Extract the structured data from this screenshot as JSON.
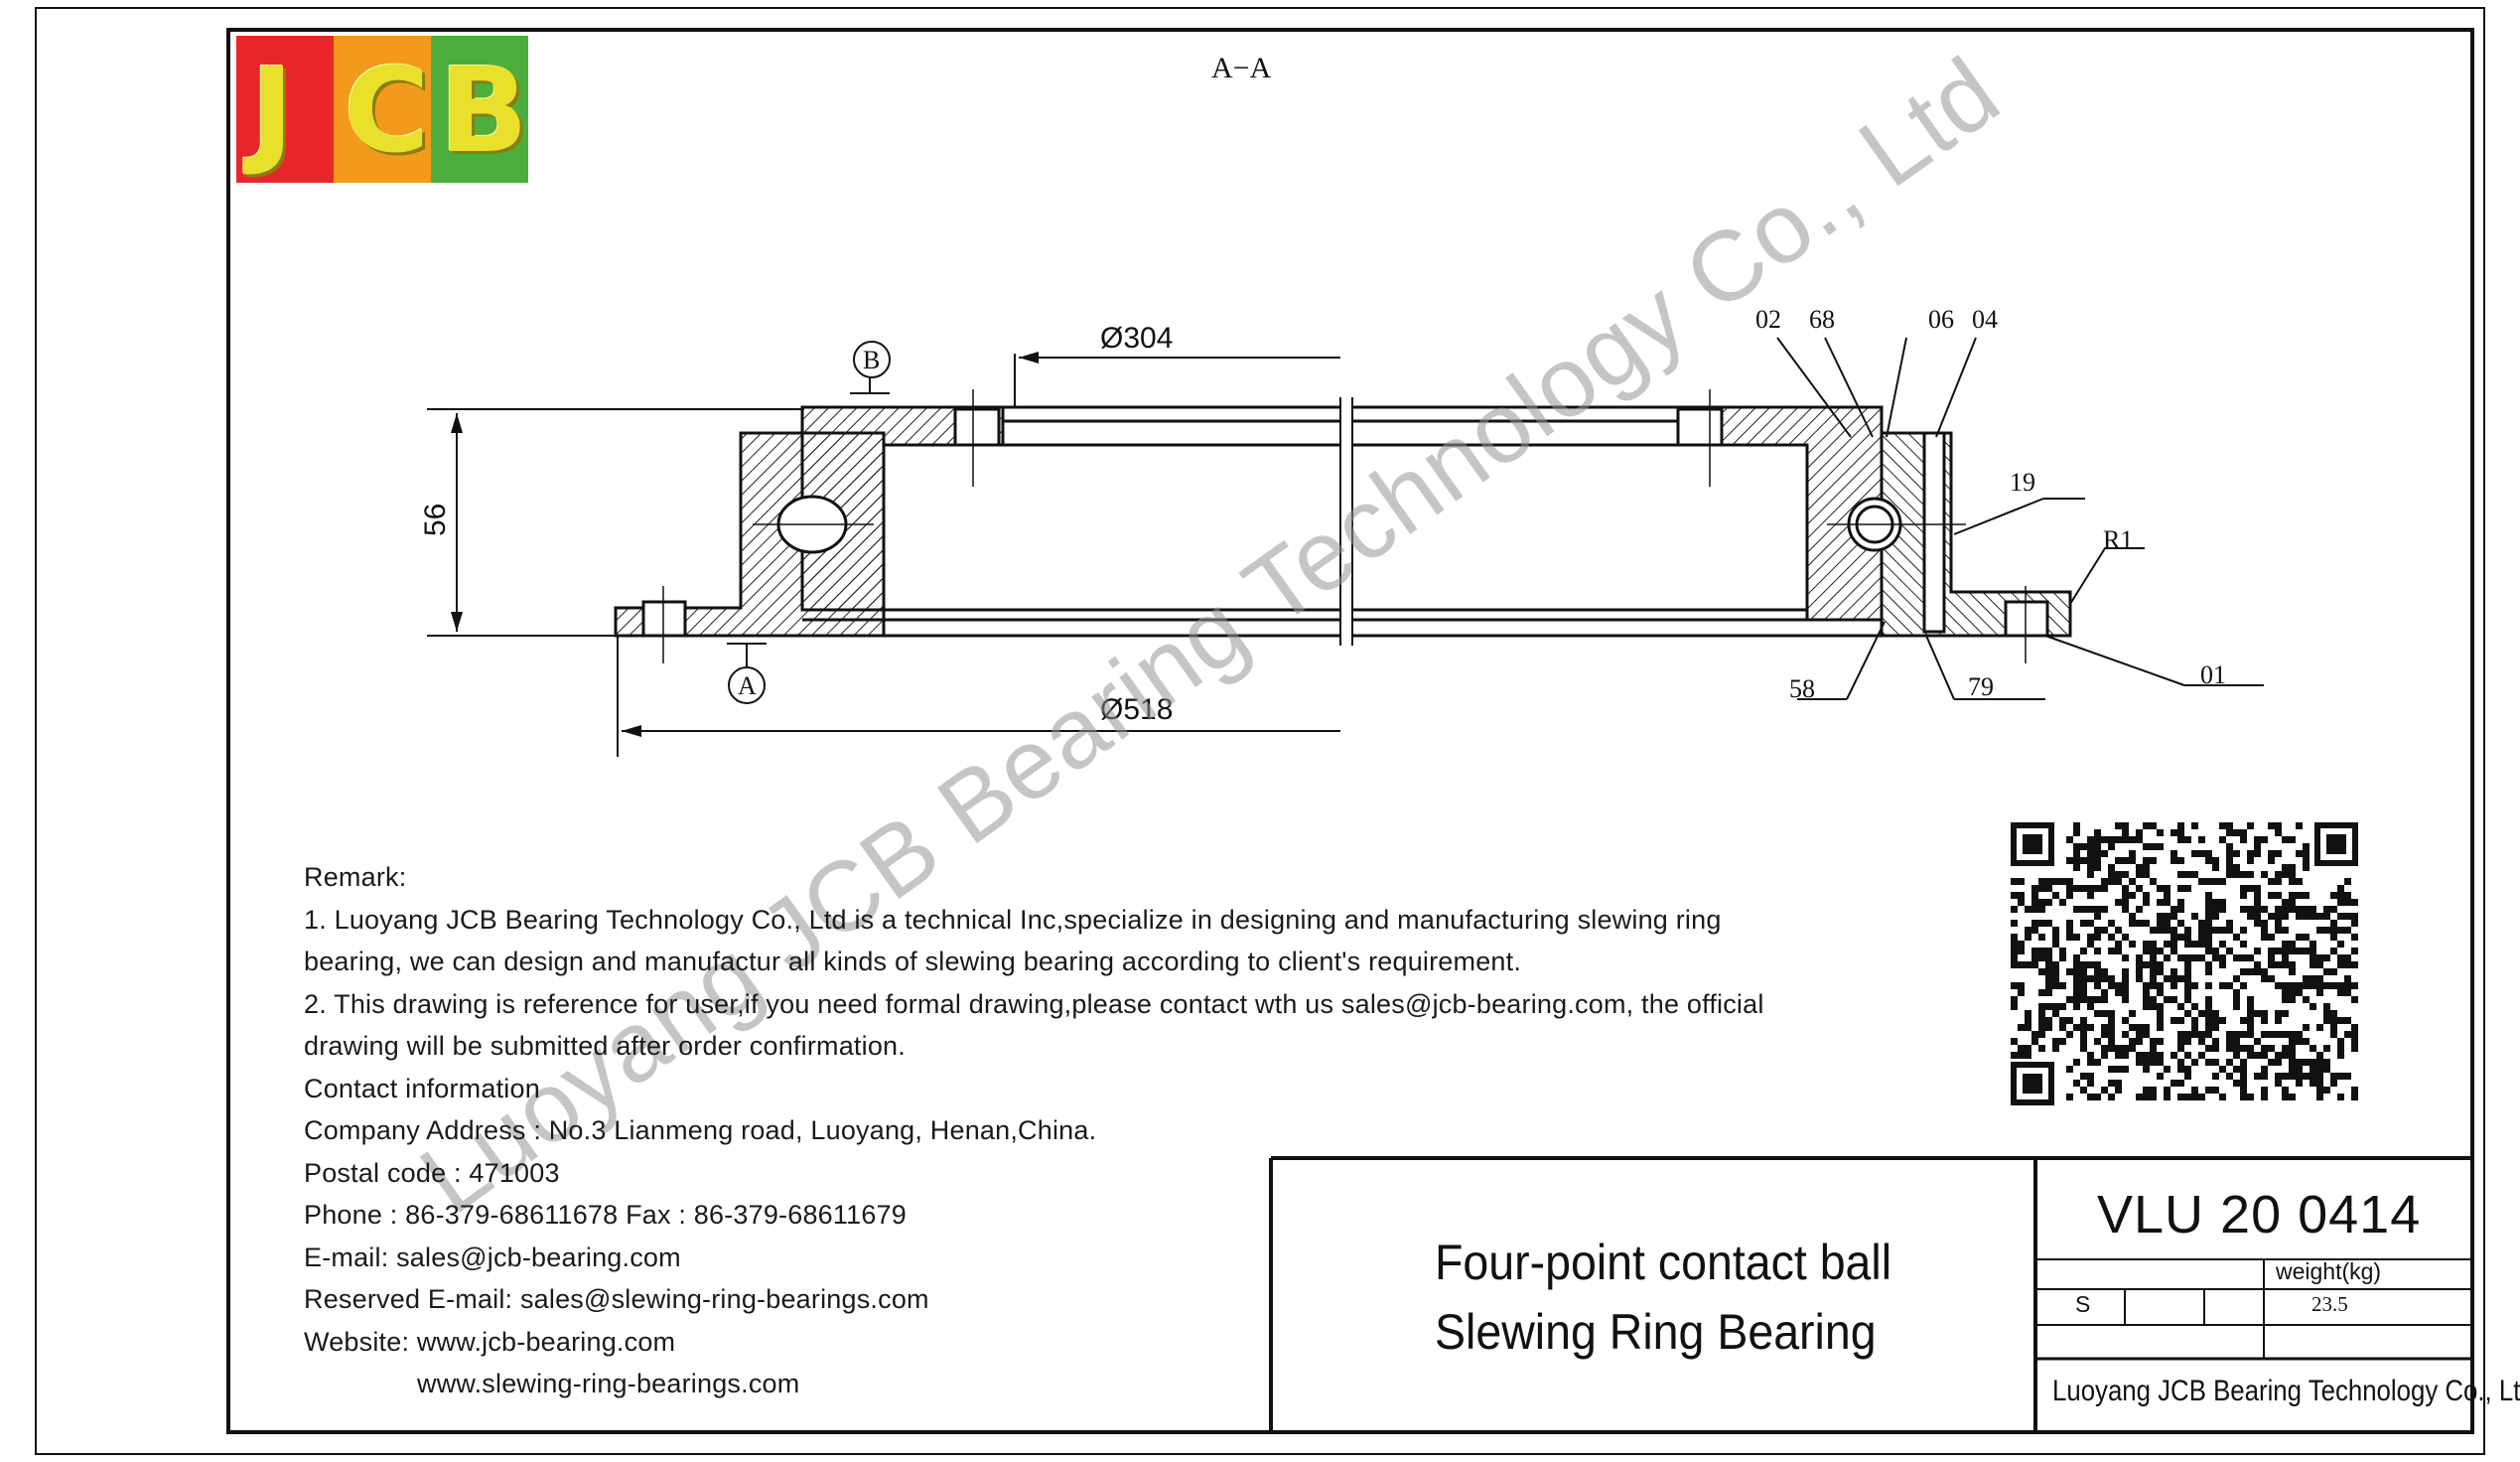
{
  "drawing": {
    "section_label": "A−A",
    "dims": {
      "inner_diameter": "Ø304",
      "outer_diameter": "Ø518",
      "height": "56"
    },
    "datum_marks": {
      "top": "B",
      "bottom": "A"
    },
    "callouts": [
      "02",
      "68",
      "06",
      "04",
      "19",
      "R1",
      "01",
      "79",
      "58"
    ]
  },
  "logo": {
    "text": "JCB",
    "colors": [
      "#e8262a",
      "#f39a1c",
      "#4caf3c"
    ]
  },
  "watermark": "Luoyang JCB Bearing Technology Co., Ltd",
  "remarks": {
    "heading": "Remark:",
    "line1": "1. Luoyang JCB Bearing Technology Co., Ltd is a technical Inc,specialize in designing and manufacturing slewing ring",
    "line2": "bearing, we can design and manufactur all kinds of slewing bearing according to client's requirement.",
    "line3": "2. This drawing is reference for user,if you need formal drawing,please contact wth us sales@jcb-bearing.com, the official",
    "line4": "drawing will be submitted after order confirmation.",
    "contact_heading": "Contact information",
    "address": "Company Address : No.3 Lianmeng road, Luoyang, Henan,China.",
    "postal": "Postal code : 471003",
    "phone": "Phone : 86-379-68611678 Fax : 86-379-68611679",
    "email": "E-mail: sales@jcb-bearing.com",
    "reserved_email": "Reserved E-mail: sales@slewing-ring-bearings.com",
    "website": "Website: www.jcb-bearing.com",
    "website2": "www.slewing-ring-bearings.com"
  },
  "title_block": {
    "product_line1": "Four-point contact ball",
    "product_line2": "Slewing Ring Bearing",
    "model": "VLU 20 0414",
    "weight_label": "weight(kg)",
    "weight_value": "23.5",
    "scale_label": "S",
    "company": "Luoyang JCB Bearing Technology Co., Ltd"
  }
}
